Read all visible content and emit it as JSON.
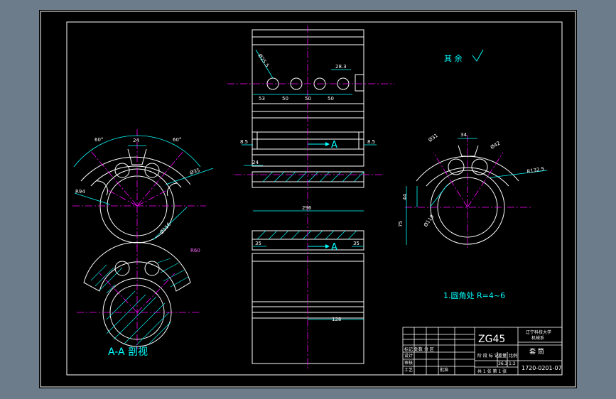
{
  "colors": {
    "frame_bg": "#6c7c8b",
    "paper": "#000000",
    "line": "#ffffff",
    "center": "#ff00ff",
    "dim": "#00ffff",
    "hatch": "#00ffff",
    "cut": "#ffff00",
    "label": "#ff66ff"
  },
  "notes": {
    "remaining_finish": "其 余",
    "fillet_note": "1.圆角处 R=4~6",
    "section_title": "A-A 剖视"
  },
  "section_markers": {
    "top": "A",
    "bottom": "A"
  },
  "dims": {
    "top_spacing": [
      "53",
      "50",
      "50",
      "50"
    ],
    "top_hole_dia": "Ø25.5",
    "top_slot_width": "28.3",
    "side_left_offset": "8.5",
    "side_right_offset": "8.5",
    "left_inset": "24",
    "total_length": "296",
    "bottom_left_offset": "35",
    "bottom_right_offset": "35",
    "lower_length": "128",
    "left_view_angle_left": "60°",
    "left_view_angle_right": "60°",
    "left_view_top_width": "24",
    "left_view_radius_outer": "R94",
    "left_view_hole": "Ø35",
    "left_view_bore": "Ø116",
    "left_view_note": "R60",
    "right_view_width": "34",
    "right_view_hole_left": "Ø31",
    "right_view_hole_right": "Ø42",
    "right_view_radius": "R132.5",
    "right_view_height_44": "44",
    "right_view_height_75": "75",
    "right_view_bore": "Ø119"
  },
  "title_block": {
    "material": "ZG45",
    "school": "辽宁科技大学",
    "school_sub": "机械系",
    "part_name": "套 筒",
    "drawing_no": "1720-0201-07",
    "scale": "1:2",
    "weight": "36.3",
    "sheet": "共 1 张 第 1 张",
    "rows": [
      "标记 处数 分 区",
      "设计",
      "审核",
      "工艺"
    ],
    "sign": "批准",
    "stage": "阶 段 标 记",
    "qty": "重量",
    "ratio": "比例"
  }
}
